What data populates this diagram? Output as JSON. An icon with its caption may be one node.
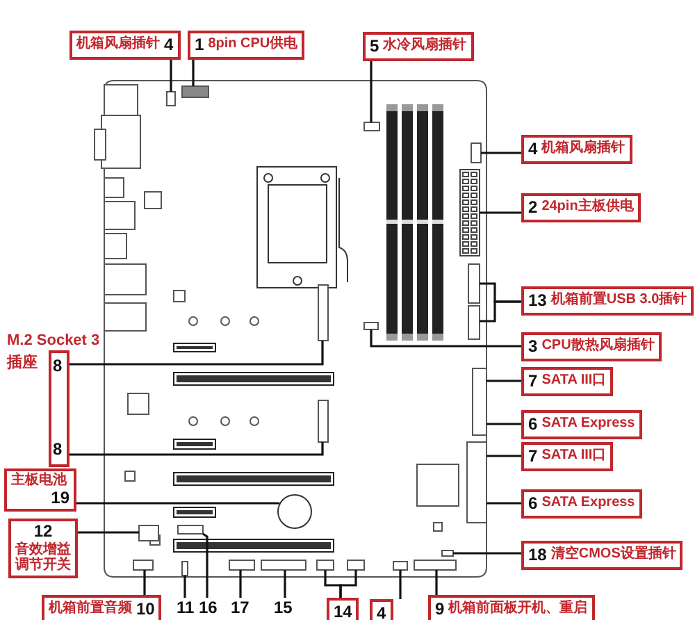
{
  "diagram": {
    "nodes": [
      {
        "text": [
          "机箱风扇插针",
          "4"
        ]
      },
      {
        "text": [
          "1",
          "8pin CPU供电"
        ]
      },
      {
        "text": [
          "5",
          "水冷风扇插针"
        ]
      },
      {
        "text": [
          "4",
          "机箱风扇插针"
        ]
      },
      {
        "text": [
          "2",
          "24pin主板供电"
        ]
      },
      {
        "text": [
          "13",
          "机箱前置USB 3.0插针"
        ]
      },
      {
        "text": [
          "3",
          "CPU散热风扇插针"
        ]
      },
      {
        "text": [
          "7",
          "SATA III口"
        ]
      },
      {
        "text": [
          "6",
          "SATA Express"
        ]
      },
      {
        "text": [
          "7",
          "SATA III口"
        ]
      },
      {
        "text": [
          "6",
          "SATA Express"
        ]
      },
      {
        "text": [
          "M.2 Socket 3 插座",
          "8",
          "8"
        ]
      },
      {
        "text": [
          "主板电池",
          "19"
        ]
      },
      {
        "text": [
          "12",
          "音效增益调节开关"
        ]
      },
      {
        "text": [
          "18",
          "清空CMOS设置插针"
        ]
      },
      {
        "text": [
          "机箱前置音频",
          "10"
        ]
      },
      {
        "text": [
          "11"
        ]
      },
      {
        "text": [
          "16"
        ]
      },
      {
        "text": [
          "17"
        ]
      },
      {
        "text": [
          "15"
        ]
      },
      {
        "text": [
          "14"
        ]
      },
      {
        "text": [
          "4"
        ]
      },
      {
        "text": [
          "9",
          "机箱前面板开机、重启"
        ]
      }
    ],
    "edges": [
      {
        "from": 0,
        "to": null,
        "arrow": "none"
      },
      {
        "from": 1,
        "to": null,
        "arrow": "none"
      },
      {
        "from": 2,
        "to": null,
        "arrow": "none"
      },
      {
        "from": 3,
        "to": null,
        "arrow": "none"
      },
      {
        "from": 4,
        "to": null,
        "arrow": "none"
      },
      {
        "from": 5,
        "to": null,
        "arrow": "none"
      },
      {
        "from": 5,
        "to": null,
        "arrow": "none"
      },
      {
        "from": 6,
        "to": null,
        "arrow": "none"
      },
      {
        "from": 7,
        "to": null,
        "arrow": "none"
      },
      {
        "from": 8,
        "to": null,
        "arrow": "none"
      },
      {
        "from": 9,
        "to": null,
        "arrow": "none"
      },
      {
        "from": 10,
        "to": null,
        "arrow": "none"
      },
      {
        "from": 11,
        "to": null,
        "arrow": "none"
      },
      {
        "from": 11,
        "to": null,
        "arrow": "none"
      },
      {
        "from": 12,
        "to": null,
        "arrow": "none"
      },
      {
        "from": 13,
        "to": null,
        "arrow": "none"
      },
      {
        "from": 15,
        "to": null,
        "arrow": "none"
      },
      {
        "from": 16,
        "to": null,
        "arrow": "none"
      },
      {
        "from": 17,
        "to": null,
        "arrow": "none"
      },
      {
        "from": 18,
        "to": null,
        "arrow": "none"
      },
      {
        "from": 19,
        "to": null,
        "arrow": "none"
      },
      {
        "from": 20,
        "to": null,
        "arrow": "none"
      },
      {
        "from": 20,
        "to": null,
        "arrow": "none"
      },
      {
        "from": 21,
        "to": null,
        "arrow": "none"
      },
      {
        "from": 22,
        "to": null,
        "arrow": "none"
      },
      {
        "from": 14,
        "to": null,
        "arrow": "none"
      }
    ]
  }
}
